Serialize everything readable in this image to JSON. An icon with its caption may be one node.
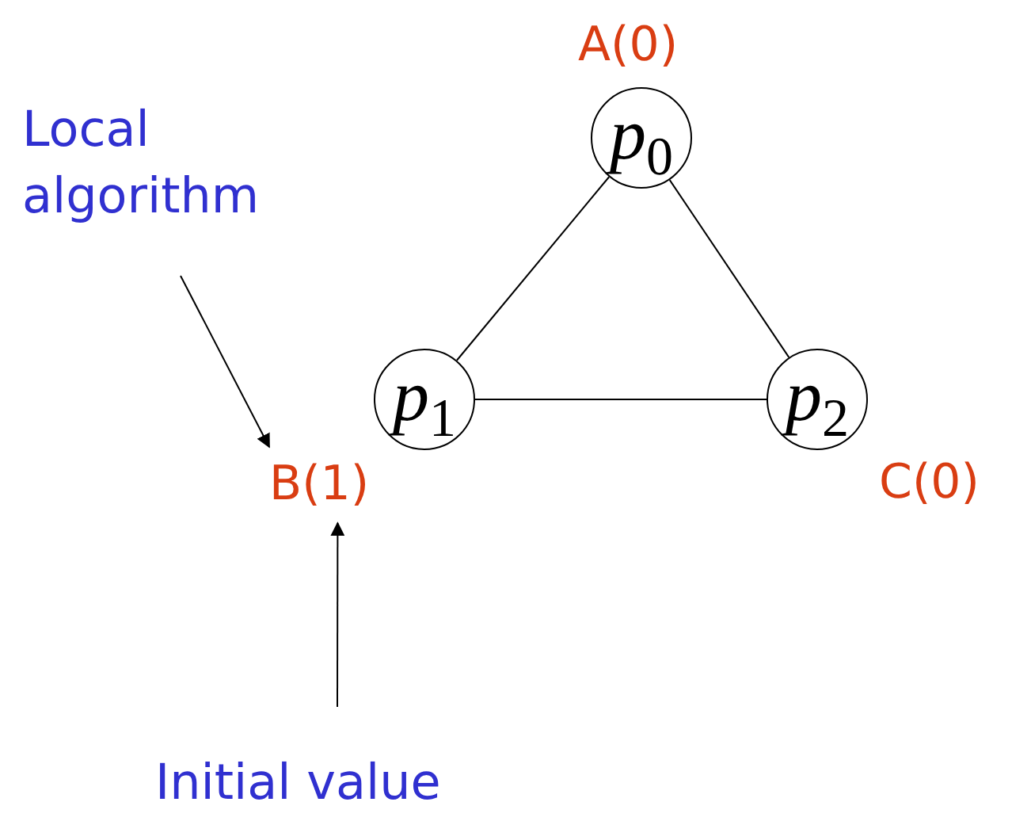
{
  "diagram": {
    "nodes": [
      {
        "text": [
          "*p*$_{0}$"
        ],
        "beside": [
          "A(0)"
        ]
      },
      {
        "text": [
          "*p*$_{1}$"
        ]
      },
      {
        "text": [
          "*p*$_{2}$"
        ],
        "beside": [
          "C(0)"
        ]
      },
      {
        "text": [
          "Local algorithm"
        ]
      },
      {
        "text": [
          "B(1)"
        ]
      },
      {
        "text": [
          "Initial value"
        ]
      }
    ],
    "edges": [
      {
        "from": 0,
        "to": 1,
        "arrow": "none"
      },
      {
        "from": 0,
        "to": 2,
        "arrow": "none"
      },
      {
        "from": 1,
        "to": 2,
        "arrow": "none"
      },
      {
        "from": 3,
        "to": 4,
        "arrow": "to"
      },
      {
        "from": 5,
        "to": 4,
        "arrow": "to"
      }
    ]
  }
}
